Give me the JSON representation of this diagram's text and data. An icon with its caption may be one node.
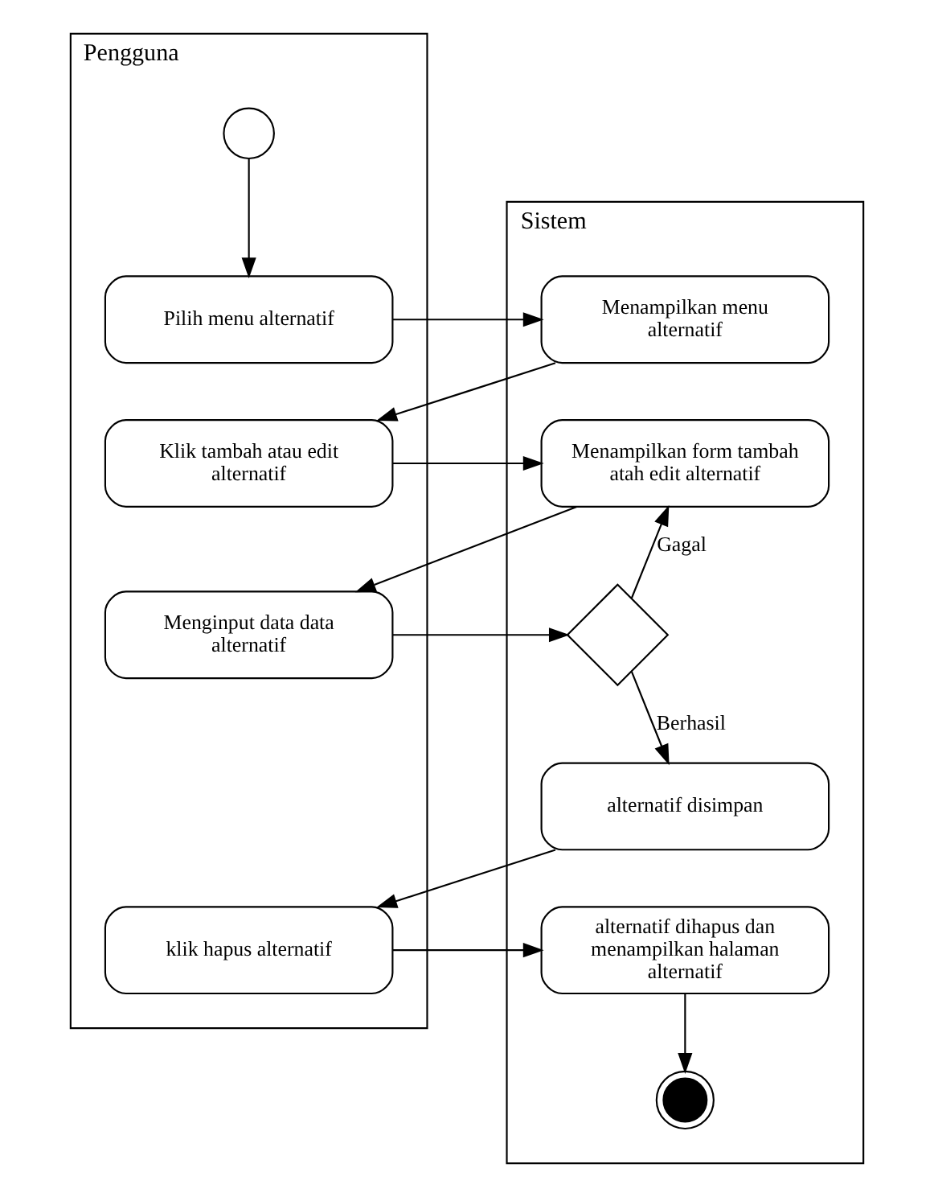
{
  "diagram": {
    "nodes": [
      {
        "text": [
          "Pengguna"
        ]
      },
      {
        "text": [
          "Sistem"
        ]
      },
      {
        "text": [],
        "shape": "circle",
        "in": 0
      },
      {
        "text": [
          "Pilih menu alternatif"
        ],
        "in": 0
      },
      {
        "text": [
          "Menampilkan menu alternatif"
        ],
        "in": 1
      },
      {
        "text": [
          "Klik tambah atau edit alternatif"
        ],
        "in": 0
      },
      {
        "text": [
          "Menampilkan form tambah atah edit alternatif"
        ],
        "in": 1
      },
      {
        "text": [
          "Menginput data data alternatif"
        ],
        "in": 0
      },
      {
        "text": [],
        "shape": "diamond",
        "in": 1
      },
      {
        "text": [
          "alternatif disimpan"
        ],
        "in": 1
      },
      {
        "text": [
          "klik hapus alternatif"
        ],
        "in": 0
      },
      {
        "text": [
          "alternatif dihapus dan menampilkan halaman alternatif"
        ],
        "in": 1
      },
      {
        "text": [],
        "shape": "circle",
        "in": 1
      }
    ],
    "edges": [
      {
        "from": 2,
        "to": 3,
        "arrow": "to"
      },
      {
        "from": 3,
        "to": 4,
        "arrow": "to"
      },
      {
        "from": 4,
        "to": 5,
        "arrow": "to"
      },
      {
        "from": 5,
        "to": 6,
        "arrow": "to"
      },
      {
        "from": 6,
        "to": 7,
        "arrow": "to"
      },
      {
        "from": 7,
        "to": 8,
        "arrow": "to"
      },
      {
        "from": 8,
        "to": 6,
        "arrow": "to",
        "label": "Gagal"
      },
      {
        "from": 8,
        "to": 9,
        "arrow": "to",
        "label": "Berhasil"
      },
      {
        "from": 9,
        "to": 10,
        "arrow": "to"
      },
      {
        "from": 10,
        "to": 11,
        "arrow": "to"
      },
      {
        "from": 11,
        "to": 12,
        "arrow": "to"
      }
    ]
  }
}
